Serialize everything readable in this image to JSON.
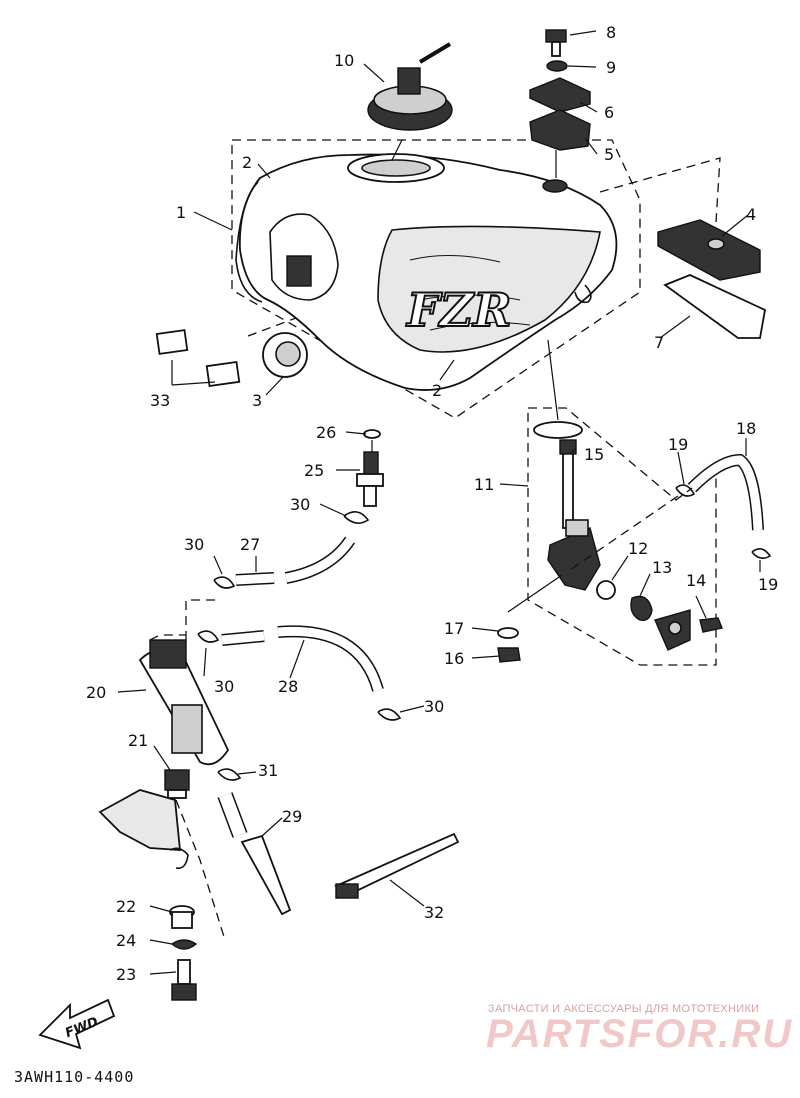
{
  "diagram_code": "3AWH110-4400",
  "watermark": {
    "subtitle": "ЗАПЧАСТИ И АКСЕССУАРЫ ДЛЯ МОТОТЕХНИКИ",
    "brand": "PARTSFOR.RU"
  },
  "fwd_label": "FWD",
  "tank_logo": "FZR",
  "callouts": {
    "c1": "1",
    "c2a": "2",
    "c2b": "2",
    "c3": "3",
    "c4": "4",
    "c5": "5",
    "c6": "6",
    "c7": "7",
    "c8": "8",
    "c9": "9",
    "c10": "10",
    "c11": "11",
    "c12": "12",
    "c13": "13",
    "c14": "14",
    "c15": "15",
    "c16": "16",
    "c17": "17",
    "c18": "18",
    "c19a": "19",
    "c19b": "19",
    "c20": "20",
    "c21": "21",
    "c22": "22",
    "c23": "23",
    "c24": "24",
    "c25": "25",
    "c26": "26",
    "c27": "27",
    "c28": "28",
    "c29": "29",
    "c30a": "30",
    "c30b": "30",
    "c30c": "30",
    "c31": "31",
    "c32": "32",
    "c33": "33"
  }
}
